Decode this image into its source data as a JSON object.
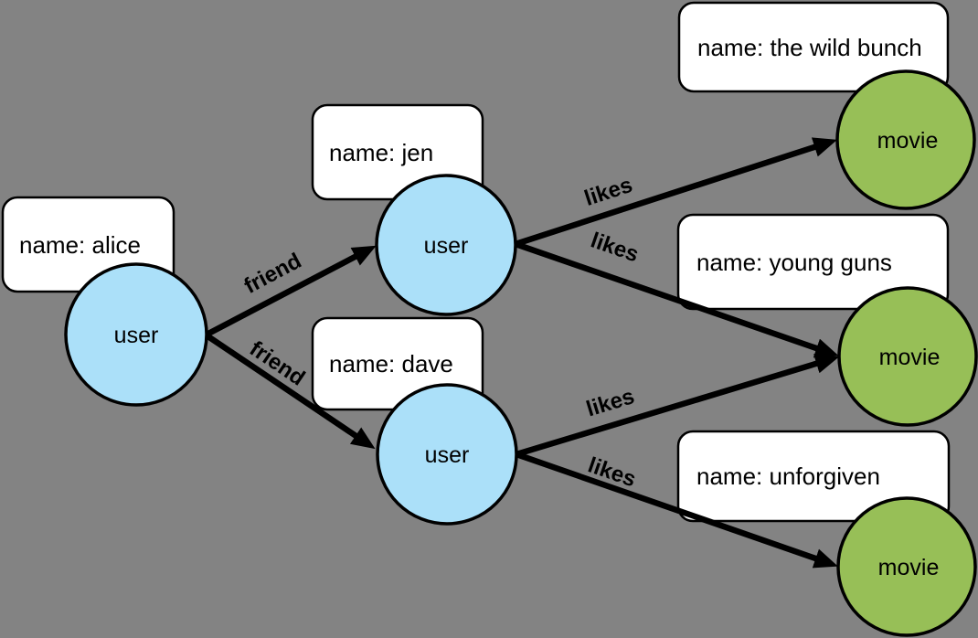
{
  "diagram": {
    "type": "property-graph",
    "background_color": "#838383",
    "colors": {
      "user_fill": "#ABE0F9",
      "movie_fill": "#97BF57",
      "property_box_fill": "#FFFFFF",
      "stroke": "#000000",
      "edge_color": "#000000"
    },
    "nodes": [
      {
        "id": "alice",
        "type": "user",
        "label": "user",
        "property": "name: alice"
      },
      {
        "id": "jen",
        "type": "user",
        "label": "user",
        "property": "name: jen"
      },
      {
        "id": "dave",
        "type": "user",
        "label": "user",
        "property": "name: dave"
      },
      {
        "id": "wild-bunch",
        "type": "movie",
        "label": "movie",
        "property": "name: the wild bunch"
      },
      {
        "id": "young-guns",
        "type": "movie",
        "label": "movie",
        "property": "name: young guns"
      },
      {
        "id": "unforgiven",
        "type": "movie",
        "label": "movie",
        "property": "name: unforgiven"
      }
    ],
    "edges": [
      {
        "from": "alice",
        "to": "jen",
        "label": "friend"
      },
      {
        "from": "alice",
        "to": "dave",
        "label": "friend"
      },
      {
        "from": "jen",
        "to": "wild-bunch",
        "label": "likes"
      },
      {
        "from": "jen",
        "to": "young-guns",
        "label": "likes"
      },
      {
        "from": "dave",
        "to": "young-guns",
        "label": "likes"
      },
      {
        "from": "dave",
        "to": "unforgiven",
        "label": "likes"
      }
    ]
  }
}
